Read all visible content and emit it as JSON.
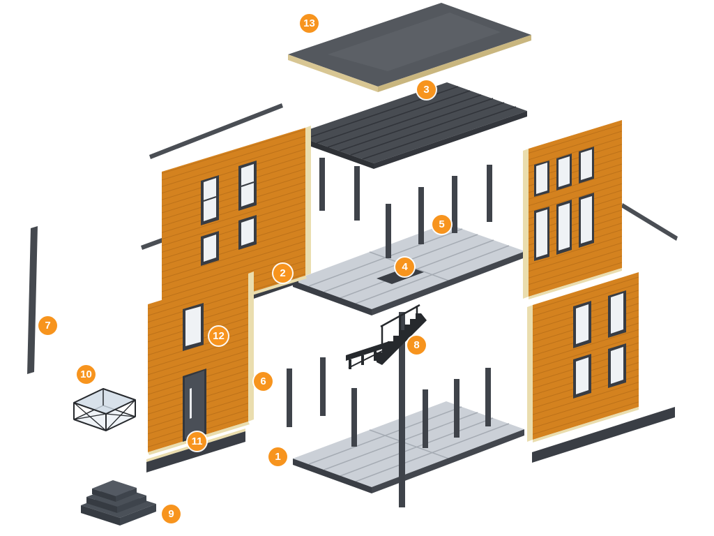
{
  "diagram": {
    "accent_color": "#F7941E",
    "colors": {
      "wall_orange": "#D4821F",
      "panel_edge_tan": "#EADDAE",
      "steel_dark": "#3F434A",
      "roof_gray": "#54585E",
      "deck_gray": "#484C52",
      "floor_light": "#CBD0D7",
      "background": "#FFFFFF"
    },
    "badges": [
      {
        "label": "1",
        "part": "ground-floor-deck"
      },
      {
        "label": "2",
        "part": "floor-rim-beam"
      },
      {
        "label": "3",
        "part": "roof-deck"
      },
      {
        "label": "4",
        "part": "mid-floor-deck"
      },
      {
        "label": "5",
        "part": "wall-studs"
      },
      {
        "label": "6",
        "part": "lower-left-wall-panel"
      },
      {
        "label": "7",
        "part": "side-trim-panel"
      },
      {
        "label": "8",
        "part": "staircase"
      },
      {
        "label": "9",
        "part": "entry-steps"
      },
      {
        "label": "10",
        "part": "frame-module"
      },
      {
        "label": "11",
        "part": "entry-door"
      },
      {
        "label": "12",
        "part": "window"
      },
      {
        "label": "13",
        "part": "roof-panel"
      }
    ]
  }
}
